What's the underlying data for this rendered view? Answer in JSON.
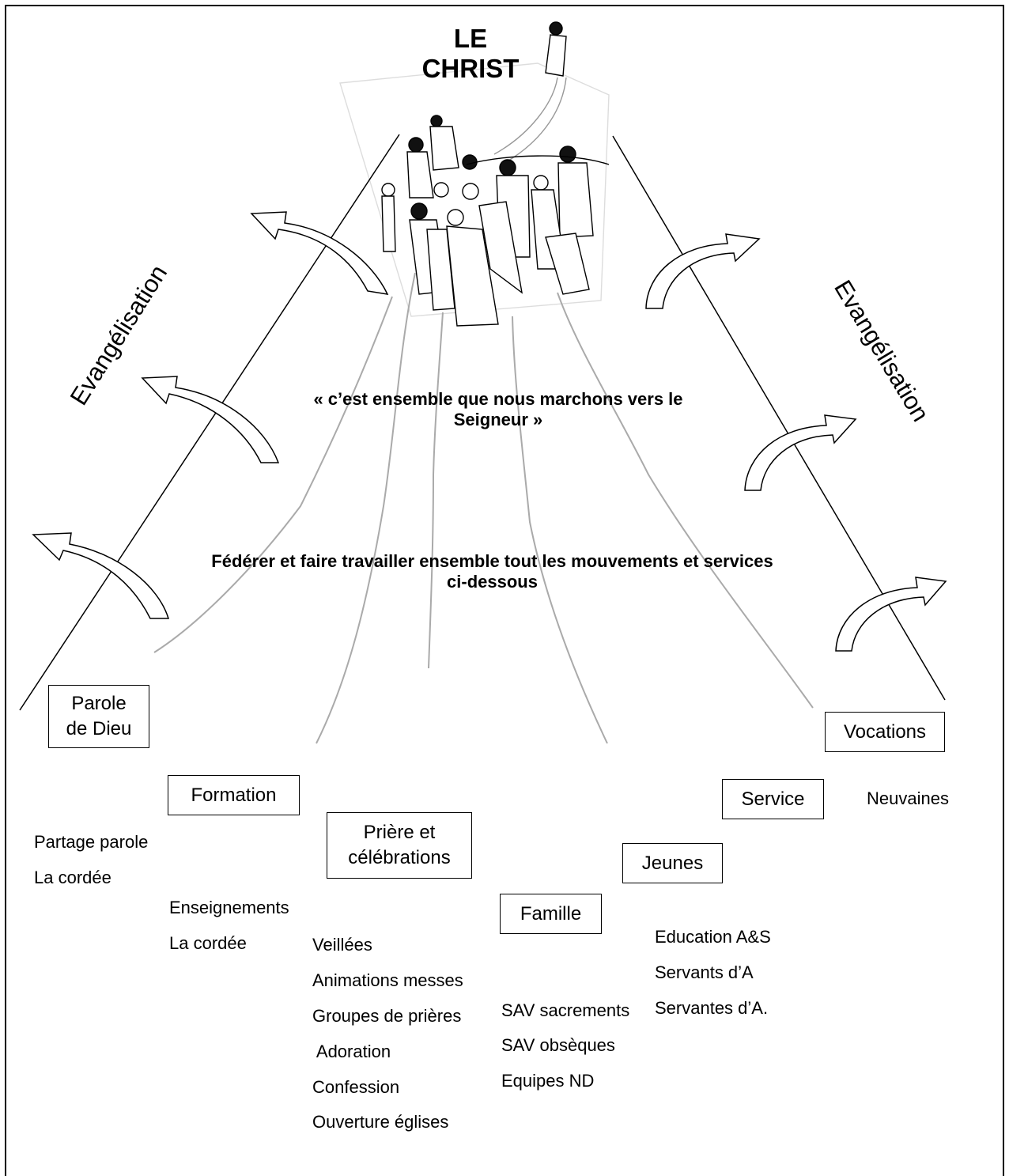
{
  "title": {
    "line1": "LE",
    "line2": "CHRIST"
  },
  "motto": {
    "line1": "« c’est ensemble que nous marchons vers le",
    "line2": "Seigneur »"
  },
  "mission": {
    "line1": "Fédérer et faire travailler ensemble tout les mouvements et services",
    "line2": "ci-dessous"
  },
  "side_labels": {
    "left": "Evangélisation",
    "right": "Evangélisation"
  },
  "categories": {
    "parole": {
      "line1": "Parole",
      "line2": "de Dieu",
      "items": [
        "Partage parole",
        "La cordée"
      ]
    },
    "formation": {
      "label": "Formation",
      "items": [
        "Enseignements",
        "La cordée"
      ]
    },
    "priere": {
      "line1": "Prière et",
      "line2": "célébrations",
      "items": [
        "Veillées",
        "Animations messes",
        "Groupes de prières",
        " Adoration",
        "Confession",
        "Ouverture églises"
      ]
    },
    "famille": {
      "label": "Famille",
      "items": [
        "SAV sacrements",
        "SAV obsèques",
        "Equipes ND"
      ]
    },
    "jeunes": {
      "label": "Jeunes",
      "items": [
        "Education A&S",
        "Servants d’A",
        "Servantes d’A."
      ]
    },
    "service": {
      "label": "Service"
    },
    "vocations": {
      "label": "Vocations",
      "items": [
        "Neuvaines"
      ]
    }
  },
  "illustration": {
    "icon": "pilgrims-following-christ-icon"
  }
}
